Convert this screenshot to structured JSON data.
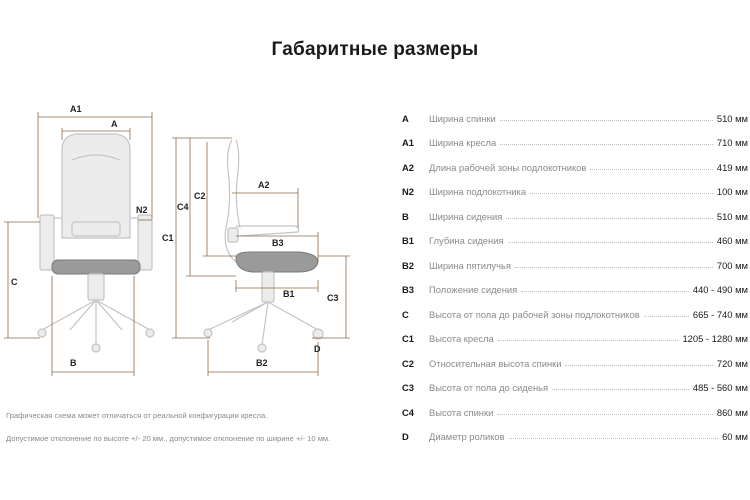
{
  "title": "Габаритные размеры",
  "diagram_labels": {
    "A1": "A1",
    "A": "A",
    "N2": "N2",
    "C": "C",
    "B": "B",
    "C1": "C1",
    "C4": "C4",
    "C2": "C2",
    "A2": "A2",
    "B3": "B3",
    "B1": "B1",
    "C3": "C3",
    "B2": "B2",
    "D": "D"
  },
  "specs": [
    {
      "code": "A",
      "label": "Ширина спинки",
      "value": "510 мм"
    },
    {
      "code": "A1",
      "label": "Ширина кресла",
      "value": "710 мм"
    },
    {
      "code": "A2",
      "label": "Длина рабочей зоны подлокотников",
      "value": "419 мм"
    },
    {
      "code": "N2",
      "label": "Ширина подлокотника",
      "value": "100 мм"
    },
    {
      "code": "B",
      "label": "Ширина сидения",
      "value": "510 мм"
    },
    {
      "code": "B1",
      "label": "Глубина сидения",
      "value": "460 мм"
    },
    {
      "code": "B2",
      "label": "Ширина пятилучья",
      "value": "700 мм"
    },
    {
      "code": "B3",
      "label": "Положение сидения",
      "value": "440 - 490 мм"
    },
    {
      "code": "C",
      "label": "Высота от пола до рабочей зоны подлокотников",
      "value": "665 - 740 мм"
    },
    {
      "code": "C1",
      "label": "Высота кресла",
      "value": "1205 - 1280 мм"
    },
    {
      "code": "C2",
      "label": "Относительная высота спинки",
      "value": "720 мм"
    },
    {
      "code": "C3",
      "label": "Высота от пола до сиденья",
      "value": "485 - 560 мм"
    },
    {
      "code": "C4",
      "label": "Высота спинки",
      "value": "860 мм"
    },
    {
      "code": "D",
      "label": "Диаметр роликов",
      "value": "60 мм"
    }
  ],
  "notes": [
    "Графическая схема может отличаться от реальной конфигурации кресла.",
    "Допустимое отклонение по высоте +/- 20 мм., допустимое отклонение по ширине +/- 10 мм."
  ]
}
